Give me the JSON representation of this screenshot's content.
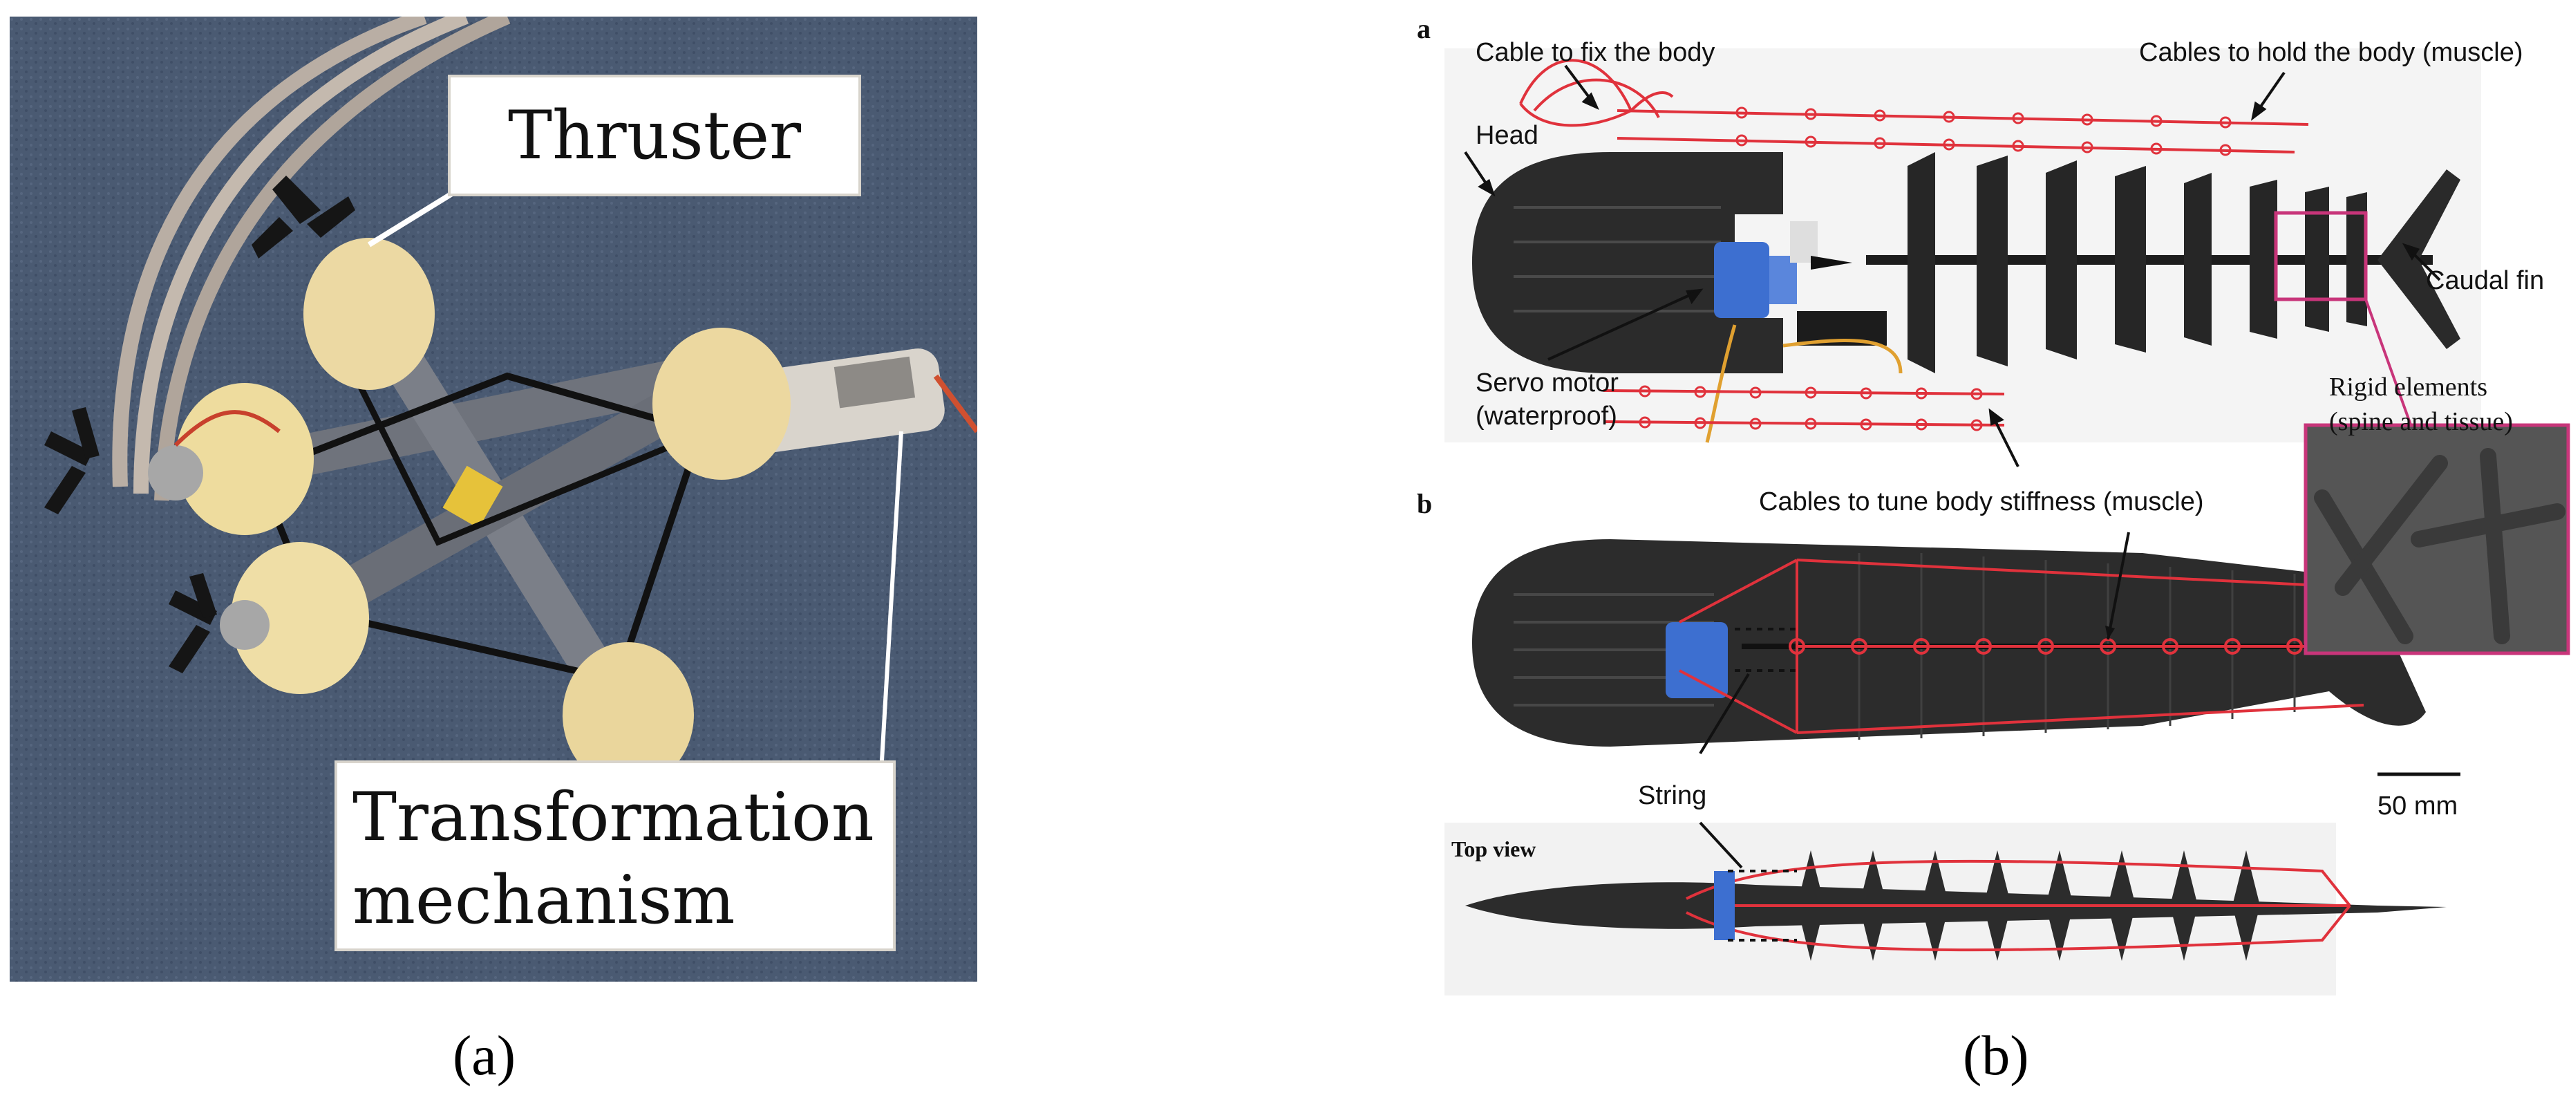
{
  "figure": {
    "panel_a": {
      "caption": "(a)",
      "labels": {
        "thruster": "Thruster",
        "transformation_line1": "Transformation",
        "transformation_line2": "mechanism"
      }
    },
    "panel_b": {
      "caption": "(b)",
      "sub_a": "a",
      "sub_b": "b",
      "labels": {
        "cable_fix": "Cable to fix the body",
        "cables_hold": "Cables to hold the body (muscle)",
        "head": "Head",
        "caudal_fin": "Caudal fin",
        "servo_line1": "Servo motor",
        "servo_line2": "(waterproof)",
        "rigid_line1": "Rigid elements",
        "rigid_line2": "(spine and tissue)",
        "cables_tune": "Cables to tune body stiffness (muscle)",
        "string": "String",
        "scale": "50 mm",
        "top_view": "Top view"
      }
    },
    "colors": {
      "cable_red": "#e0323c",
      "inset_border": "#c8357a",
      "servo_blue": "#3d6fd0",
      "print_black": "#2b2b2b",
      "carpet": "#4a5a72"
    }
  }
}
